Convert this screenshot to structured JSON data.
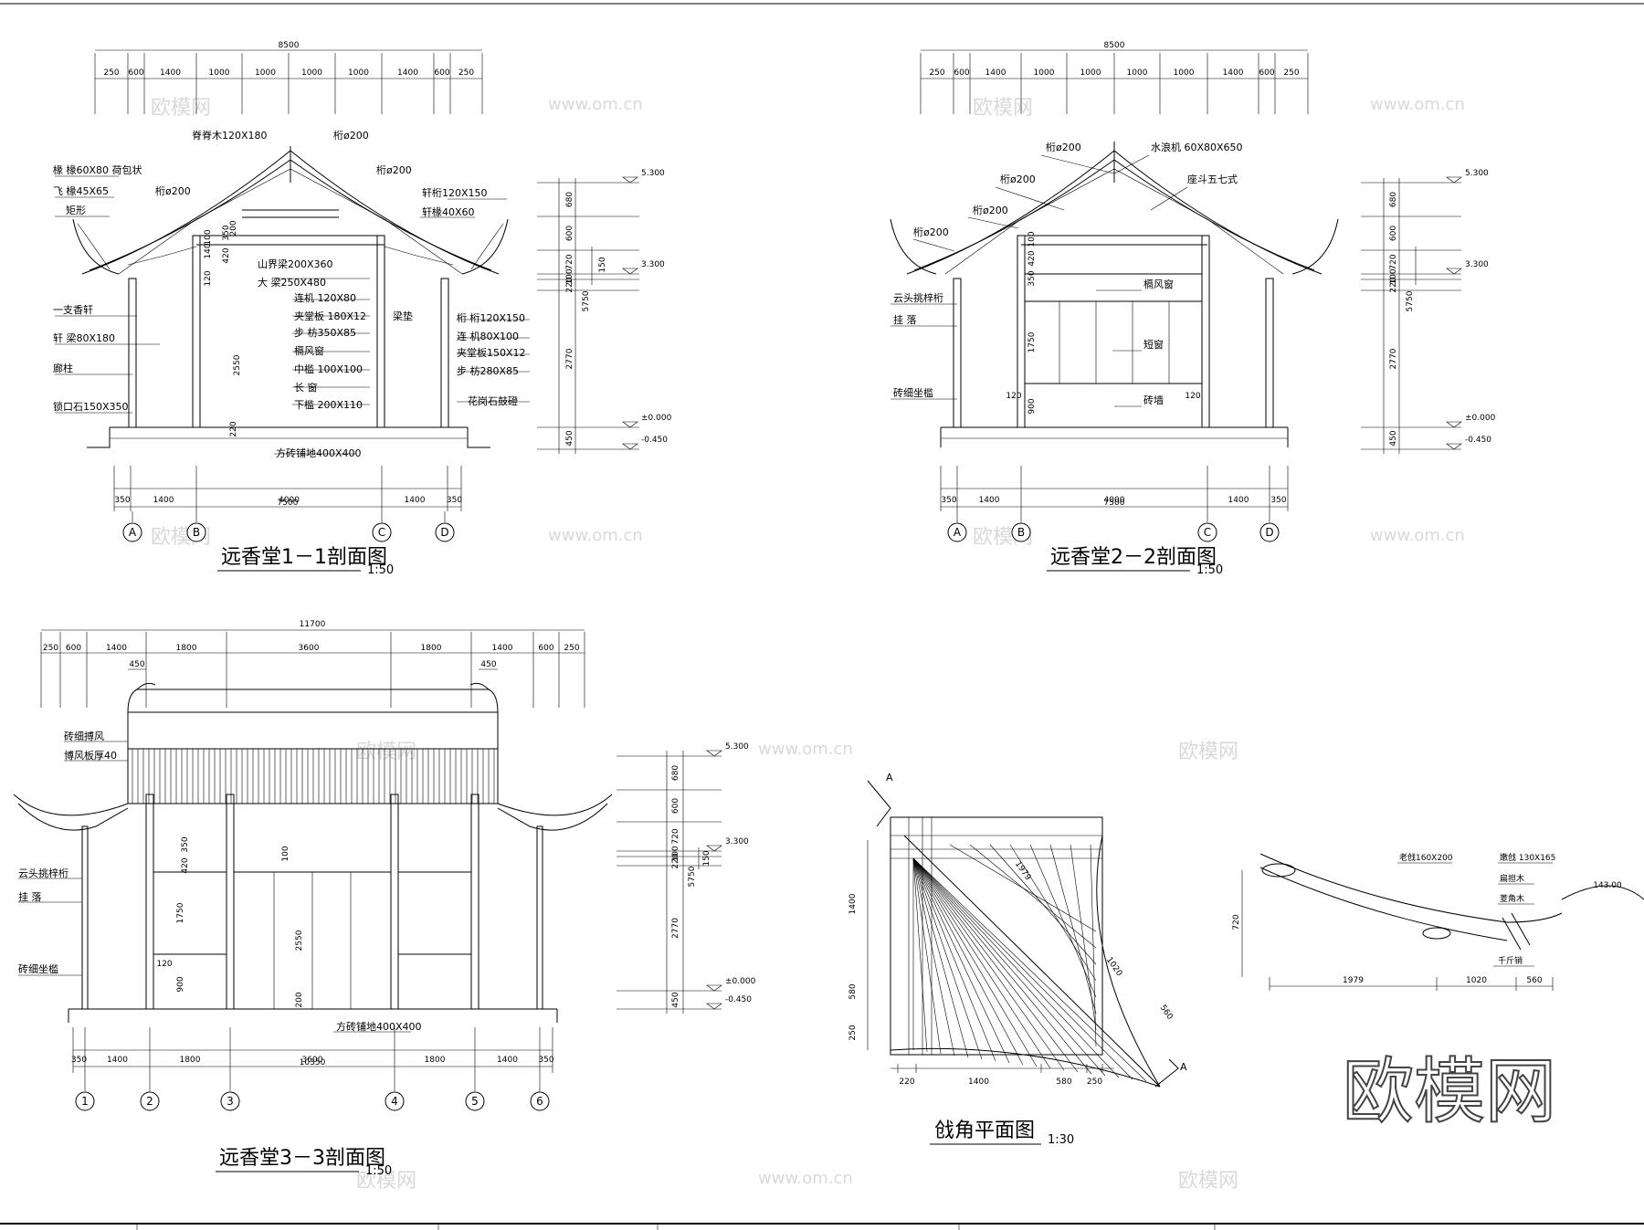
{
  "watermarks": {
    "site": "www.om.cn",
    "brand": "欧模网",
    "logo_text": "欧模网"
  },
  "section11": {
    "title": "远香堂1－1剖面图",
    "scale": "1:50",
    "top_total": "8500",
    "top_dims": [
      "250",
      "600",
      "1400",
      "1000",
      "1000",
      "1000",
      "1000",
      "1400",
      "600",
      "250"
    ],
    "bottom_dims": [
      "350",
      "1400",
      "4000",
      "1400",
      "350"
    ],
    "bottom_total": "7500",
    "axes": [
      "A",
      "B",
      "C",
      "D"
    ],
    "left_labels": [
      "椽 椽60X80 荷包状",
      "飞 椽45X65",
      "矩形",
      "一支香轩",
      "轩 梁80X180",
      "廊柱",
      "锁口石150X350"
    ],
    "mid_labels": [
      "脊脊木120X180",
      "桁ø200",
      "桁ø200",
      "桁ø200",
      "山界梁200X360",
      "大 梁250X480",
      "连机 120X80",
      "夹堂板 180X12",
      "步 枋350X85",
      "槅风窗",
      "中槛 100X100",
      "长 窗",
      "下槛 200X110",
      "方砖铺地400X400"
    ],
    "right_labels": [
      "轩桁120X150",
      "轩椽40X60",
      "梁垫",
      "桁 桁120X150",
      "连 机80X100",
      "夹堂板150X12",
      "步 枋280X85",
      "花岗石鼓磴"
    ],
    "elev_dims": [
      "680",
      "600",
      "720",
      "100",
      "220",
      "2770",
      "450",
      "5750",
      "150"
    ],
    "elevations": [
      "5.300",
      "3.300",
      "±0.000",
      "-0.450"
    ],
    "inner_dims": [
      "2550",
      "220",
      "120",
      "140",
      "100",
      "350",
      "420",
      "200"
    ]
  },
  "section22": {
    "title": "远香堂2－2剖面图",
    "scale": "1:50",
    "top_total": "8500",
    "top_dims": [
      "250",
      "600",
      "1400",
      "1000",
      "1000",
      "1000",
      "1000",
      "1400",
      "600",
      "250"
    ],
    "bottom_dims": [
      "350",
      "1400",
      "4000",
      "1400",
      "350"
    ],
    "bottom_total": "7500",
    "axes": [
      "A",
      "B",
      "C",
      "D"
    ],
    "labels": [
      "桁ø200",
      "水浪机 60X80X650",
      "桁ø200",
      "座斗五七式",
      "桁ø200",
      "桁ø200",
      "云头挑梓桁",
      "挂 落",
      "槅风窗",
      "短窗",
      "砖细坐槛",
      "砖墙"
    ],
    "elev_dims": [
      "680",
      "600",
      "720",
      "100",
      "220",
      "2770",
      "450",
      "5750"
    ],
    "elevations": [
      "5.300",
      "3.300",
      "±0.000",
      "-0.450"
    ],
    "inner_dims": [
      "1750",
      "900",
      "120",
      "120",
      "350",
      "100",
      "420"
    ]
  },
  "section33": {
    "title": "远香堂3－3剖面图",
    "scale": "1:50",
    "top_total": "11700",
    "top_dims": [
      "250",
      "600",
      "1400",
      "1800",
      "3600",
      "1800",
      "1400",
      "600",
      "250"
    ],
    "sub_dims": [
      "450",
      "450"
    ],
    "bottom_dims": [
      "350",
      "1400",
      "1800",
      "3600",
      "1800",
      "1400",
      "350"
    ],
    "bottom_total": "10350",
    "axes": [
      "1",
      "2",
      "3",
      "4",
      "5",
      "6"
    ],
    "labels": [
      "砖细搏风",
      "博风板厚40",
      "云头挑梓桁",
      "挂 落",
      "砖细坐槛",
      "方砖铺地400X400"
    ],
    "elev_dims": [
      "680",
      "600",
      "720",
      "100",
      "220",
      "2770",
      "450",
      "5750",
      "150"
    ],
    "elevations": [
      "5.300",
      "3.300",
      "±0.000",
      "-0.450"
    ],
    "inner_dims": [
      "2550",
      "1750",
      "900",
      "120",
      "350",
      "420",
      "100",
      "200"
    ]
  },
  "corner_plan": {
    "title": "戗角平面图",
    "scale": "1:30",
    "section_mark": "A",
    "dims_bottom": [
      "220",
      "1400",
      "580",
      "250"
    ],
    "dims_left": [
      "1400",
      "580",
      "250"
    ],
    "diag_dims": [
      "1979",
      "1020",
      "560"
    ]
  },
  "corner_section": {
    "labels": [
      "老戗160X200",
      "嫩戗 130X165",
      "扁担木",
      "菱角木",
      "千斤销"
    ],
    "dims": [
      "720",
      "1979",
      "1020",
      "560"
    ],
    "angle": "143.00"
  }
}
